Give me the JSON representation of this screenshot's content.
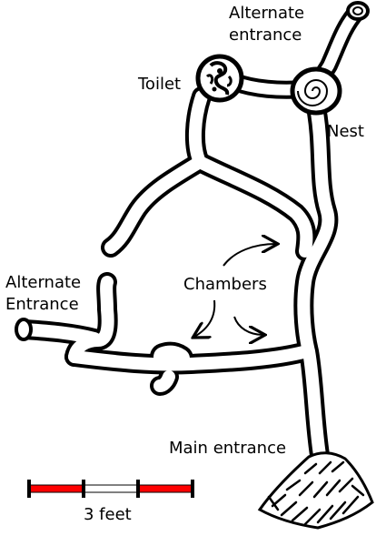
{
  "labels": {
    "alternate_entrance_top_line1": "Alternate",
    "alternate_entrance_top_line2": "entrance",
    "toilet": "Toilet",
    "nest": "Nest",
    "alternate_entrance_left_line1": "Alternate",
    "alternate_entrance_left_line2": "Entrance",
    "chambers": "Chambers",
    "main_entrance": "Main entrance",
    "scale": "3 feet"
  },
  "scale_bar": {
    "segments": 3,
    "colors": [
      "#ff0000",
      "#ffffff",
      "#ff0000"
    ]
  },
  "colors": {
    "line": "#000000",
    "background": "#ffffff",
    "scale_red": "#ff0000"
  }
}
